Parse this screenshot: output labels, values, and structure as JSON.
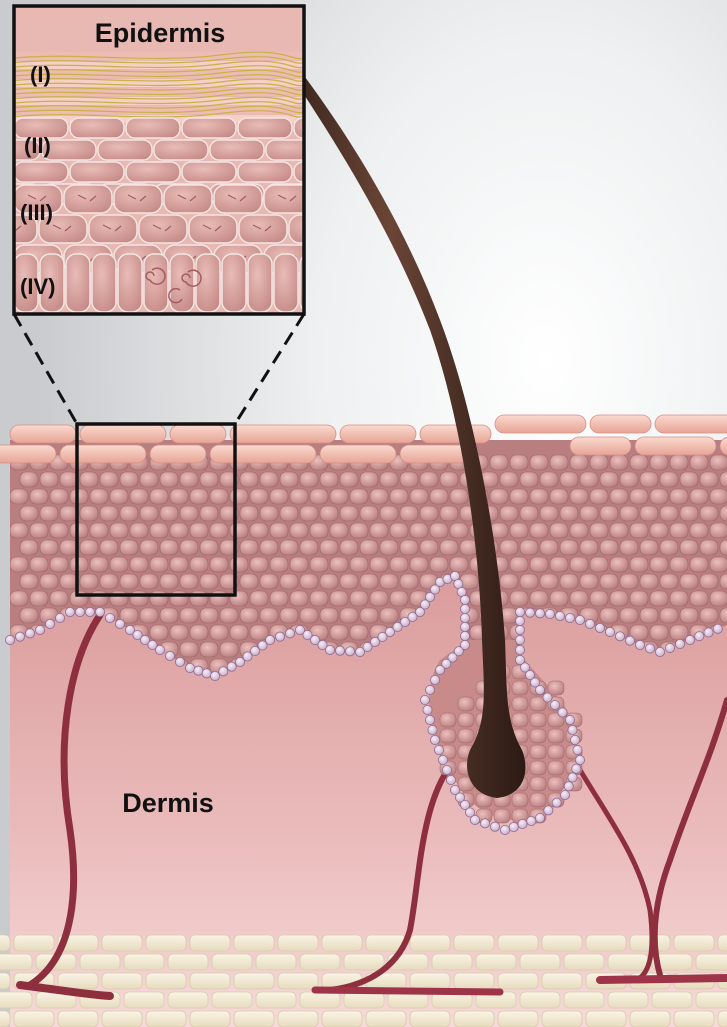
{
  "labels": {
    "epidermis": "Epidermis",
    "dermis": "Dermis",
    "layers": [
      "(I)",
      "(II)",
      "(III)",
      "(IV)"
    ]
  },
  "colors": {
    "background_top": "#c9cbce",
    "background_glow": "#ffffff",
    "dermis_top": "#d99a9a",
    "dermis_bottom": "#f6dada",
    "cell_fill": "#c98a8a",
    "cell_highlight": "#e6b3b0",
    "corneum_cell": "#f2bdb1",
    "basal_bead": "#d8c4d8",
    "basal_bead_stroke": "#8d6a8f",
    "vessel": "#8e2f3f",
    "fat_cell": "#f0e8d2",
    "fat_stroke": "#d9ccaa",
    "hair": "#4a2d22",
    "keratin_fiber": "#c7b24a",
    "frame": "#111111"
  },
  "icons": [
    "hair-follicle",
    "blood-vessel",
    "skin-cell"
  ]
}
